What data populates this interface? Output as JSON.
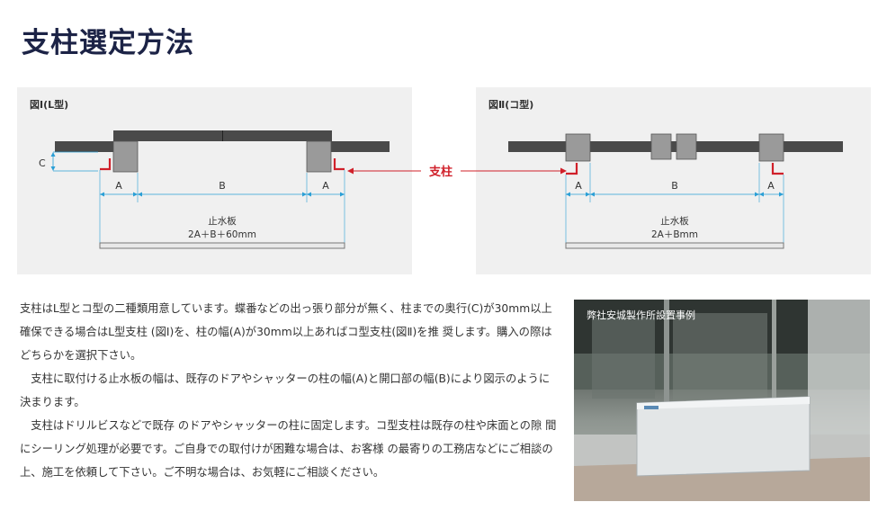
{
  "page": {
    "title": "支柱選定方法"
  },
  "figure1": {
    "label": "図Ⅰ(L型)",
    "dim_c": "C",
    "dim_a_left": "A",
    "dim_b": "B",
    "dim_a_right": "A",
    "board_label": "止水板",
    "board_formula": "2A＋B＋60mm"
  },
  "figure2": {
    "label": "図Ⅱ(コ型)",
    "dim_a_left": "A",
    "dim_b": "B",
    "dim_a_right": "A",
    "board_label": "止水板",
    "board_formula": "2A＋Bmm"
  },
  "callout": {
    "label": "支柱"
  },
  "body": {
    "paragraph1": "支柱はL型とコ型の二種類用意しています。蝶番などの出っ張り部分が無く、柱までの奥行(C)が30mm以上確保できる場合はL型支柱 (図Ⅰ)を、柱の幅(A)が30mm以上あればコ型支柱(図Ⅱ)を推 奨します。購入の際はどちらかを選択下さい。",
    "paragraph2": "支柱に取付ける止水板の幅は、既存のドアやシャッターの柱の幅(A)と開口部の幅(B)により図示のように決まります。",
    "paragraph3": "支柱はドリルビスなどで既存 のドアやシャッターの柱に固定します。コ型支柱は既存の柱や床面との隙 間にシーリング処理が必要です。ご自身での取付けが困難な場合は、お客様 の最寄りの工務店などにご相談の上、施工を依頼して下さい。ご不明な場合は、お気軽にご相談ください。"
  },
  "photo": {
    "caption": "弊社安城製作所設置事例"
  },
  "colors": {
    "title": "#1c2346",
    "panel_bg": "#f0f0f0",
    "wall": "#4a4a4a",
    "pillar": "#9a9a9a",
    "bracket": "#d0202a",
    "dimension": "#2a9fd6"
  }
}
